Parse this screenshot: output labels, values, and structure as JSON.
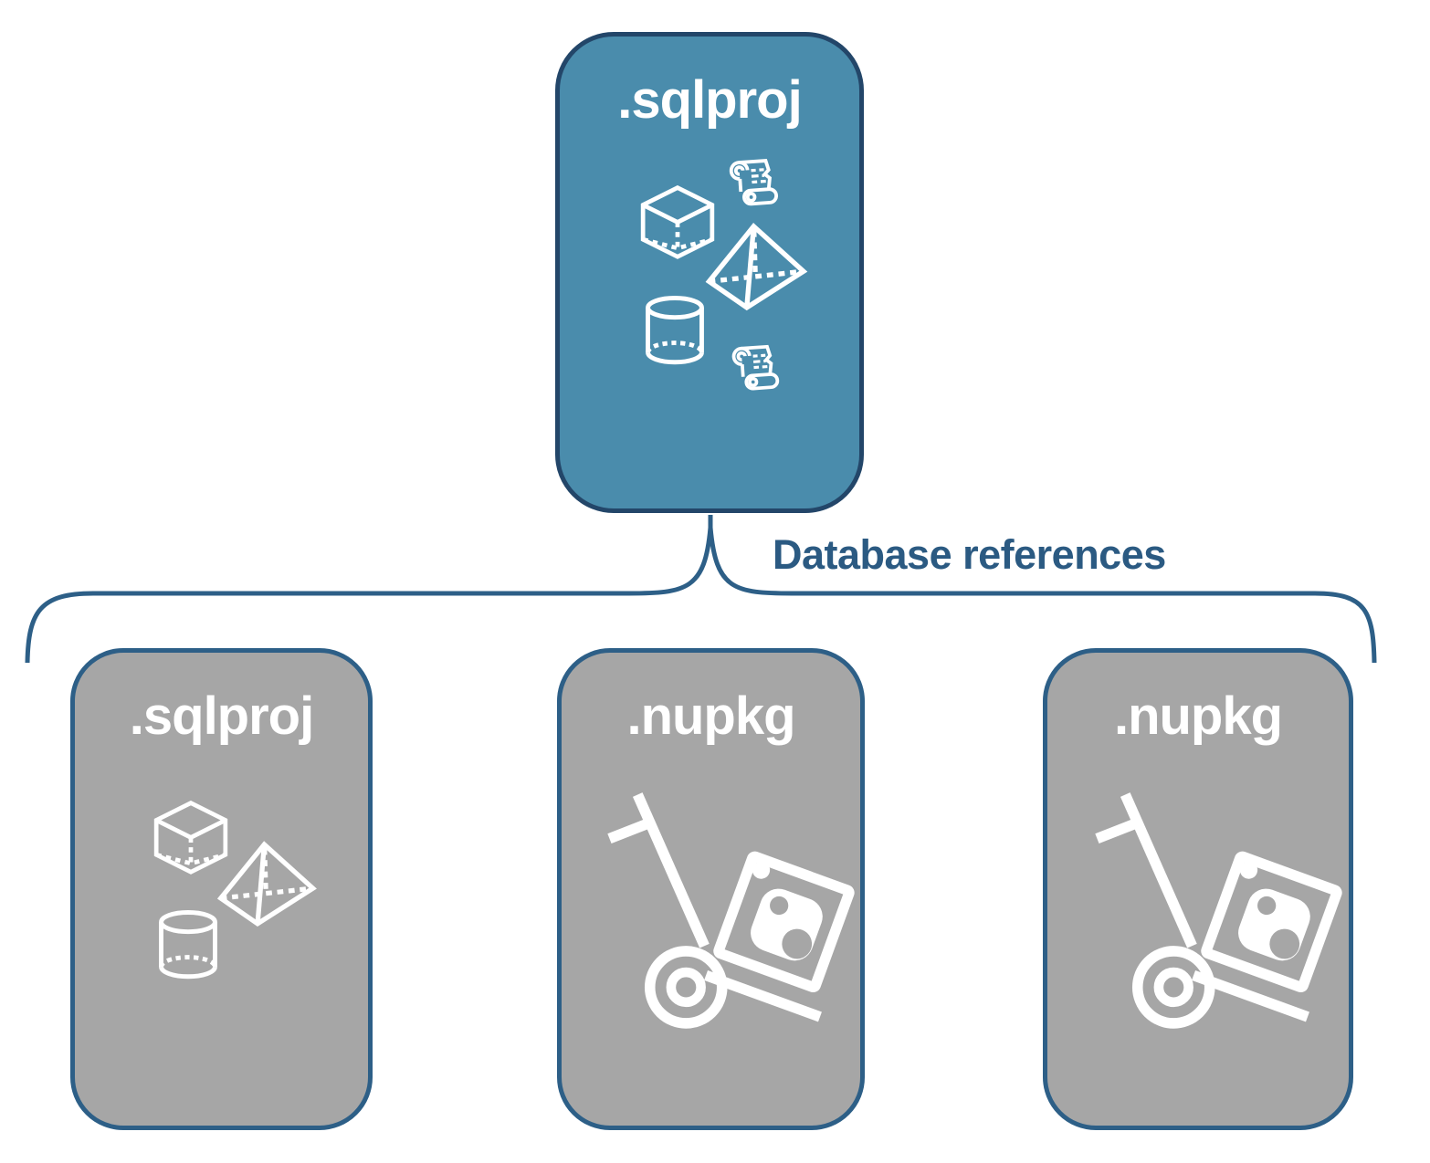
{
  "diagram": {
    "root_box": {
      "label": ".sqlproj",
      "icons": [
        "cube-icon",
        "scroll-icon",
        "pyramid-icon",
        "cylinder-icon",
        "scroll-icon"
      ]
    },
    "connector_label": "Database references",
    "child_boxes": [
      {
        "label": ".sqlproj",
        "icons": [
          "cube-icon",
          "pyramid-icon",
          "cylinder-icon"
        ]
      },
      {
        "label": ".nupkg",
        "icons": [
          "nuget-handtruck-icon"
        ]
      },
      {
        "label": ".nupkg",
        "icons": [
          "nuget-handtruck-icon"
        ]
      }
    ],
    "colors": {
      "root_box_fill": "#4A8CAC",
      "root_box_border": "#234669",
      "child_box_fill": "#A6A6A6",
      "child_box_border": "#2D5F87",
      "connector_stroke": "#2D5F87",
      "connector_label_text": "#2B5A82",
      "icon_stroke": "#FFFFFF",
      "background": "#FFFFFF"
    }
  }
}
